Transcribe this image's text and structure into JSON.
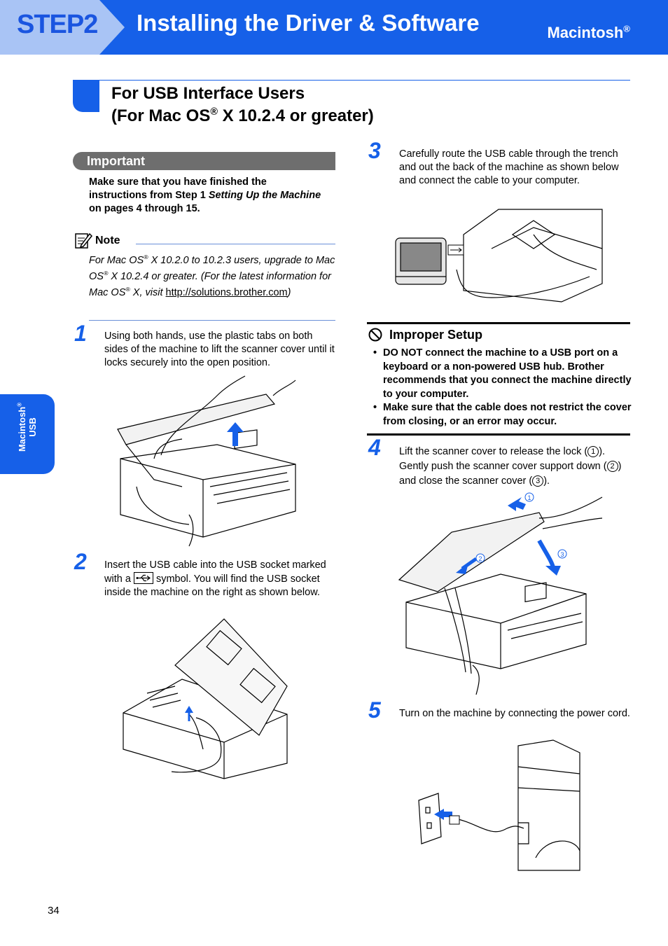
{
  "header": {
    "step": "STEP2",
    "title": "Installing the Driver & Software",
    "os": "Macintosh",
    "reg": "®"
  },
  "section": {
    "line1": "For USB Interface Users",
    "line2_pre": "(For Mac OS",
    "line2_post": " X 10.2.4 or greater)"
  },
  "side_tab": {
    "line1": "Macintosh",
    "line2": "USB"
  },
  "important": {
    "label": "Important",
    "text_pre": "Make sure that you have finished the instructions from Step 1 ",
    "text_italic": "Setting Up the Machine",
    "text_post": " on pages 4 through 15."
  },
  "note": {
    "label": "Note",
    "t1": "For Mac OS",
    "t2": " X 10.2.0 to 10.2.3 users, upgrade to Mac OS",
    "t3": " X 10.2.4 or greater. (For the latest information for Mac OS",
    "t4": " X, visit ",
    "link": "http://solutions.brother.com",
    "t5": ")"
  },
  "steps": {
    "s1": {
      "num": "1",
      "text": "Using both hands, use the plastic tabs on both sides of the machine to lift the scanner cover until it locks securely into the open position."
    },
    "s2": {
      "num": "2",
      "pre": "Insert the USB cable into the USB socket marked with a ",
      "post": " symbol. You will find the USB socket inside the machine on the right as shown below."
    },
    "s3": {
      "num": "3",
      "text": "Carefully route the USB cable through the trench and out the back of the machine as shown below and connect the cable to your computer."
    },
    "s4": {
      "num": "4",
      "a": "Lift the scanner cover to release the lock (",
      "b": "). Gently push the scanner cover support down (",
      "c": ") and close the scanner cover (",
      "d": ").",
      "c1": "1",
      "c2": "2",
      "c3": "3"
    },
    "s5": {
      "num": "5",
      "text": "Turn on the machine by connecting the power cord."
    }
  },
  "improper": {
    "title": "Improper Setup",
    "items": [
      "DO NOT connect the machine to a USB port on a keyboard or a non-powered USB hub. Brother recommends that you connect the machine directly to your computer.",
      "Make sure that the cable does not restrict the cover from closing, or an error may occur."
    ]
  },
  "figure_labels": {
    "one": "1",
    "two": "2",
    "three": "3"
  },
  "colors": {
    "brand_blue": "#1660e8",
    "important_gray": "#6e6e6e"
  },
  "page_number": "34"
}
